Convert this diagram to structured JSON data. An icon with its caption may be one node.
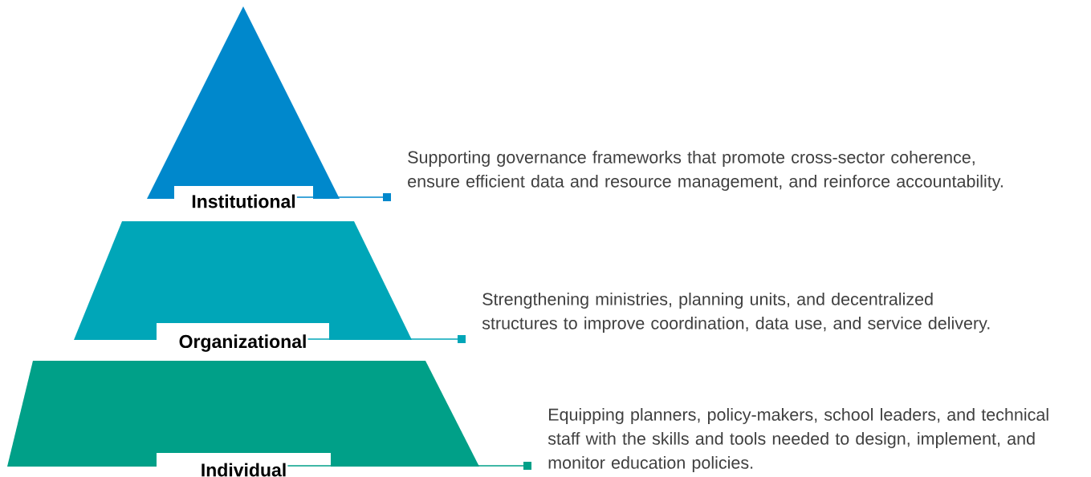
{
  "diagram": {
    "nodes": [
      {
        "text": [
          "Institutional"
        ]
      },
      {
        "text": [
          "Organizational"
        ]
      },
      {
        "text": [
          "Individual"
        ]
      },
      {
        "text": [
          "Supporting governance frameworks that promote cross-sector coherence, ensure efficient data and resource management, and reinforce accountability."
        ]
      },
      {
        "text": [
          "Strengthening ministries, planning units, and decentralized structures to improve coordination, data use, and service delivery."
        ]
      },
      {
        "text": [
          "Equipping planners, policy-makers, school leaders, and technical staff with the skills and tools needed to design, implement, and monitor education policies."
        ]
      }
    ],
    "edges": [
      {
        "from": 0,
        "to": 3,
        "arrow": "other",
        "color": "#0088cc"
      },
      {
        "from": 1,
        "to": 4,
        "arrow": "other",
        "color": "#00a6b8"
      },
      {
        "from": 2,
        "to": 5,
        "arrow": "other",
        "color": "#00a088"
      }
    ]
  }
}
